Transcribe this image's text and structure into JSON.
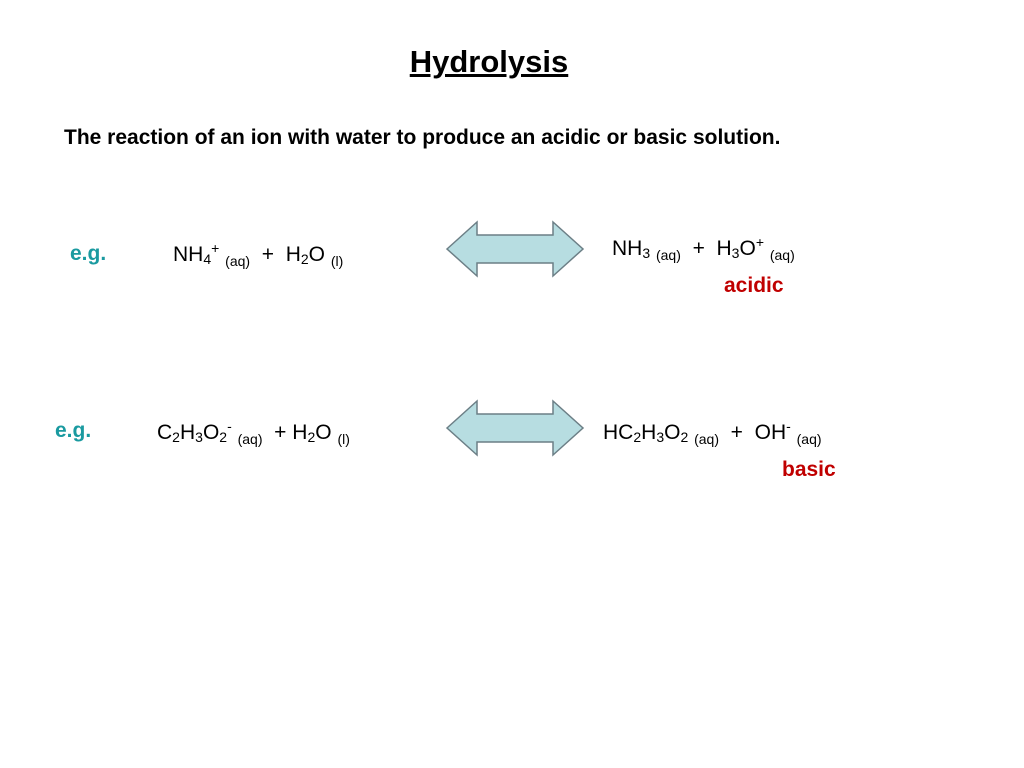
{
  "slide": {
    "title": "Hydrolysis",
    "definition": "The reaction of an ion with water to produce an acidic or basic solution.",
    "colors": {
      "example_label": "#1a9aa0",
      "result_label": "#c00000",
      "arrow_fill": "#b7dde1",
      "arrow_stroke": "#6c7f86"
    }
  },
  "reaction1": {
    "eg": "e.g.",
    "reactant1": {
      "base": "NH",
      "sub": "4",
      "sup": "+",
      "state": "(aq)"
    },
    "plus1": "+",
    "reactant2": {
      "base1": "H",
      "sub": "2",
      "base2": "O",
      "state": "(l)"
    },
    "arrow_icon": "double-headed-arrow-icon",
    "product1": {
      "base": "NH",
      "sub": "3",
      "state": "(aq)"
    },
    "plus2": "+",
    "product2": {
      "base1": "H",
      "sub": "3",
      "base2": "O",
      "sup": "+",
      "state": "(aq)"
    },
    "result": "acidic"
  },
  "reaction2": {
    "eg": "e.g.",
    "reactant1": {
      "b1": "C",
      "s1": "2",
      "b2": "H",
      "s2": "3",
      "b3": "O",
      "s3": "2",
      "sup": "-",
      "state": "(aq)"
    },
    "plus1": "+",
    "reactant2": {
      "base1": "H",
      "sub": "2",
      "base2": "O",
      "state": "(l)"
    },
    "arrow_icon": "double-headed-arrow-icon",
    "product1": {
      "b1": "HC",
      "s1": "2",
      "b2": "H",
      "s2": "3",
      "b3": "O",
      "s3": "2",
      "state": "(aq)"
    },
    "plus2": "+",
    "product2": {
      "base": "OH",
      "sup": "-",
      "state": "(aq)"
    },
    "result": "basic"
  }
}
